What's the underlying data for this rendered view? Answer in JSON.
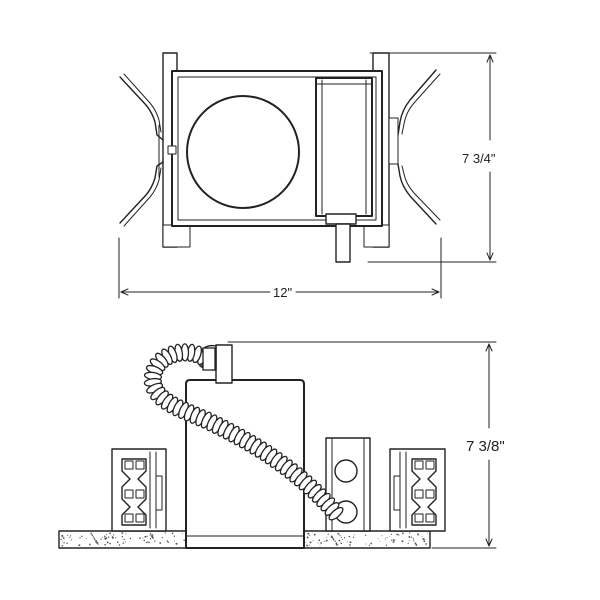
{
  "top_view": {
    "height_label": "7 3/4\"",
    "width_label": "12\""
  },
  "side_view": {
    "height_label": "7 3/8\""
  },
  "colors": {
    "line": "#222222",
    "background": "#ffffff",
    "ceiling_fill": "#e6e6e6"
  }
}
